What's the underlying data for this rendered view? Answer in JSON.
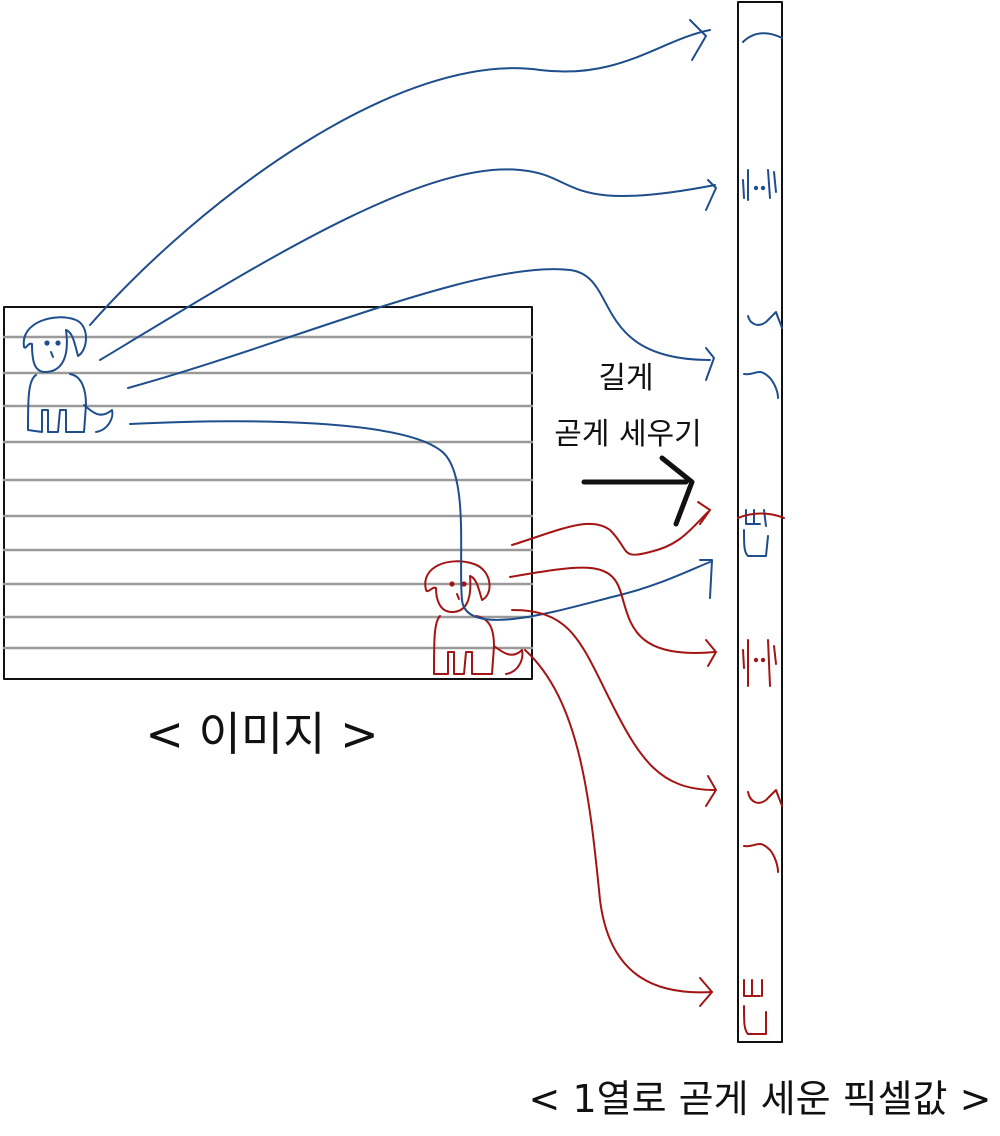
{
  "labels": {
    "image_caption": "< 이미지 >",
    "transform_line1": "길게",
    "transform_line2": "곧게 세우기",
    "column_caption": "< 1열로 곧게 세운 픽셀값 >"
  },
  "colors": {
    "dog_upper": "#1f4e8c",
    "dog_lower": "#a31515",
    "grid_line": "#9a9a9a",
    "outline": "#111111"
  },
  "icons": {
    "dog_upper": "dog-doodle-icon",
    "dog_lower": "dog-doodle-icon",
    "transform": "arrow-right-icon"
  }
}
